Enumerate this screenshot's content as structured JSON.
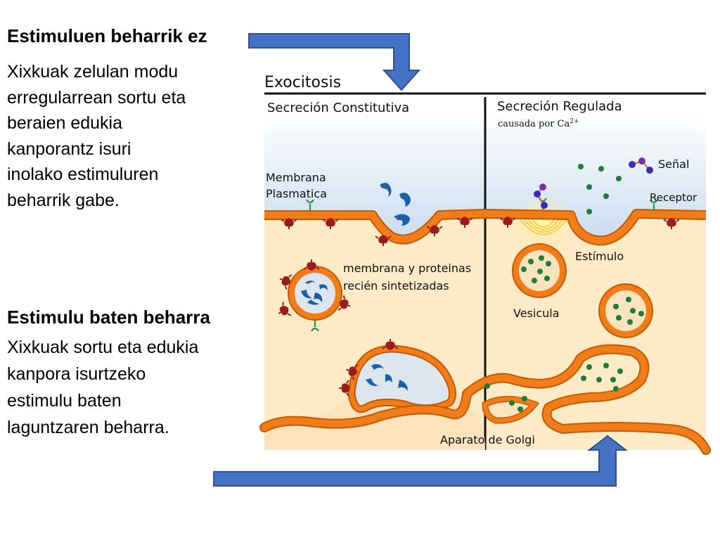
{
  "slide": {
    "block1": {
      "heading": "Estimuluen beharrik ez",
      "lines": [
        "Xixkuak zelulan modu",
        "erregularrean sortu eta",
        "beraien edukia",
        "kanporantz isuri",
        "inolako estimuluren",
        "beharrik gabe."
      ]
    },
    "block2": {
      "heading": "Estimulu baten beharra",
      "lines": [
        "Xixkuak sortu eta edukia",
        "kanpora isurtzeko",
        "estimulu baten",
        "laguntzaren beharra."
      ]
    }
  },
  "diagram": {
    "title": "Exocitosis",
    "left_section": "Secreción Constitutiva",
    "right_section": "Secreción Regulada",
    "ca_note": "causada por Ca",
    "ca_superscript": "2+",
    "signal": "Señal",
    "receptor": "Receptor",
    "membrane_line1": "Membrana",
    "membrane_line2": "Plasmatica",
    "new_line1": "membrana y proteinas",
    "new_line2": "recién sintetizadas",
    "stimulus": "Estímulo",
    "vesicle": "Vesicula",
    "golgi": "Aparato de Golgi"
  },
  "colors": {
    "membrane": "#f07d1a",
    "membrane_edge": "#c45a00",
    "cytoplasm": "#fdebc8",
    "extracellular": "#cfe0f0",
    "granule": "#1e7d3c",
    "cargo": "#1e5fa8",
    "arrow": "#4472c4",
    "protein": "#9b1c1c"
  }
}
